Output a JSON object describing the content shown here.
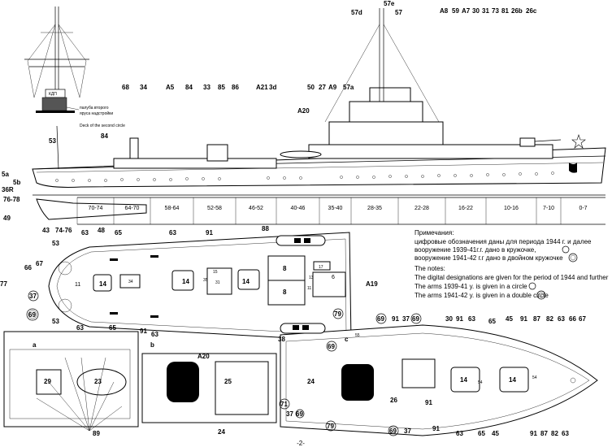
{
  "mast_inset": {
    "kdp_label": "КДП",
    "deck_ru_1": "палуба второго",
    "deck_ru_2": "яруса надстройки",
    "deck_en": "Deck of the second circle"
  },
  "profile_callouts": {
    "c57d": "57d",
    "c57e": "57e",
    "c57": "57",
    "cA8": "A8",
    "c59": "59",
    "cA7": "A7",
    "c30": "30",
    "c31": "31",
    "c73": "73",
    "c81": "81",
    "c26b": "26b",
    "c26c": "26c",
    "c68": "68",
    "c34": "34",
    "cA5": "A5",
    "c84a": "84",
    "c33": "33",
    "c85": "85",
    "c86": "86",
    "cA21": "A21",
    "c3d": "3d",
    "c50": "50",
    "c27": "27",
    "cA9": "A9",
    "c57a": "57a",
    "cA20": "A20",
    "c84b": "84",
    "c53": "53",
    "c5a": "5a",
    "c5b": "5b",
    "c36R": "36R",
    "c7678": "76-78",
    "c49": "49",
    "c43": "43",
    "c7476": "74-76",
    "c48": "48"
  },
  "frames": [
    "70-74",
    "64-70",
    "58-64",
    "52-58",
    "46-52",
    "40-46",
    "35-40",
    "28-35",
    "22-28",
    "16-22",
    "10-16",
    "7-10",
    "0-7"
  ],
  "plan_callouts": {
    "c53": "53",
    "c63a": "63",
    "c65a": "65",
    "c63b": "63",
    "c91a": "91",
    "c88": "88",
    "c66": "66",
    "c67": "67",
    "c77": "77",
    "c37": "37",
    "c69": "69",
    "c53b": "53",
    "c63c": "63",
    "c65b": "65",
    "c91b": "91",
    "c63d": "63",
    "cA19": "A19"
  },
  "plan_numbers": {
    "n11": "11",
    "n14a": "14",
    "n34": "34",
    "n31": "31",
    "n15": "15",
    "n14b": "14",
    "n14c": "14",
    "n8a": "8",
    "n8b": "8",
    "n17": "17",
    "n6": "6",
    "n13": "13",
    "n35": "35",
    "n11b": "11"
  },
  "notes": {
    "title_ru": "Примечания:",
    "line1_ru": "цифровые обозначения даны для периода 1944 г. и далее",
    "line2_ru": "вооружение 1939-41г.г. дано в кружочке,",
    "line3_ru": "вооружение 1941-42 г.г дано в двойном кружочке",
    "title_en": "The notes:",
    "line1_en": "The digital designations are given for the period of 1944 and further",
    "line2_en": "The arms 1939-41 y.  is given in a circle",
    "line3_en": "The arms 1941-42 y.  is given in a double circle"
  },
  "bottom_callouts": {
    "a": "a",
    "b": "b",
    "c": "c",
    "c29": "29",
    "c23": "23",
    "c25": "25",
    "cA20": "A20",
    "c24": "24",
    "c89": "89",
    "c79a": "79",
    "c79b": "79",
    "c38": "38",
    "c69a": "69",
    "c69b": "69",
    "c69c": "69",
    "c69d": "69",
    "c91a": "91",
    "c37a": "37",
    "c37b": "37",
    "c30": "30",
    "c91b": "91",
    "c63a": "63",
    "c65a": "65",
    "c45a": "45",
    "c91c": "91",
    "c87a": "87",
    "c82a": "82",
    "c63b": "63",
    "c66": "66",
    "c67": "67",
    "c14a": "14",
    "c14b": "14",
    "c54a": "54",
    "c54b": "54",
    "c24b": "24",
    "c26": "26",
    "c71": "71",
    "c37c": "37",
    "c69e": "69",
    "c91d": "91",
    "c63c": "63",
    "c65b": "65",
    "c45b": "45",
    "c91e": "91",
    "c87b": "87",
    "c82b": "82",
    "c63d": "63",
    "c91f": "91",
    "c55": "55"
  },
  "page_number": "-2-"
}
